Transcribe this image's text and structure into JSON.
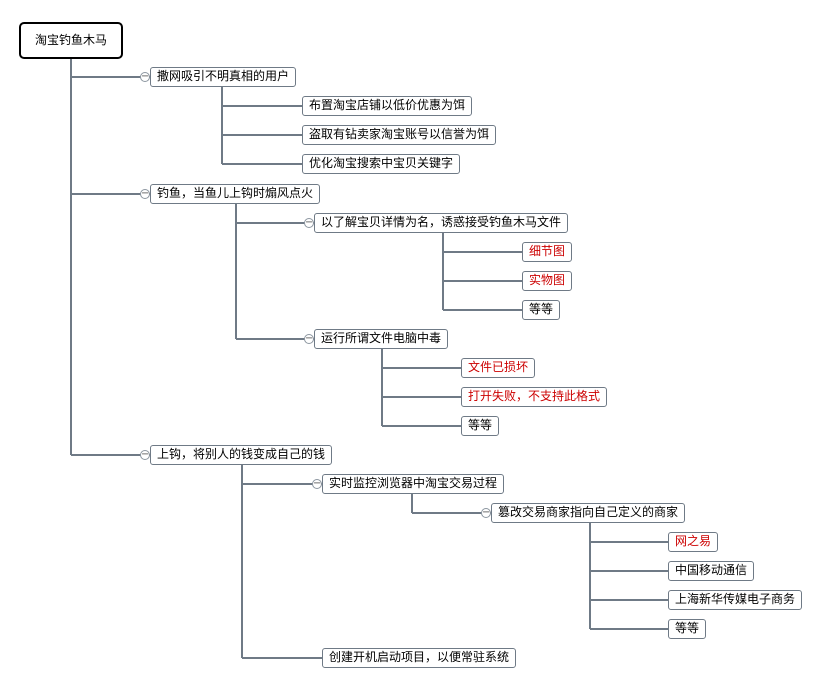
{
  "root": {
    "label": "淘宝钓鱼木马"
  },
  "nodes": {
    "b1": "撒网吸引不明真相的用户",
    "b1_1": "布置淘宝店铺以低价优惠为饵",
    "b1_2": "盗取有钻卖家淘宝账号以信誉为饵",
    "b1_3": "优化淘宝搜索中宝贝关键字",
    "b2": "钓鱼，当鱼儿上钩时煽风点火",
    "b2_1": "以了解宝贝详情为名，诱惑接受钓鱼木马文件",
    "b2_1_1": "细节图",
    "b2_1_2": "实物图",
    "b2_1_3": "等等",
    "b2_2": "运行所谓文件电脑中毒",
    "b2_2_1": "文件已损坏",
    "b2_2_2": "打开失败，不支持此格式",
    "b2_2_3": "等等",
    "b3": "上钩，将别人的钱变成自己的钱",
    "b3_1": "实时监控浏览器中淘宝交易过程",
    "b3_1_1": "篡改交易商家指向自己定义的商家",
    "b3_1_1_1": "网之易",
    "b3_1_1_2": "中国移动通信",
    "b3_1_1_3": "上海新华传媒电子商务",
    "b3_1_1_4": "等等",
    "b3_2": "创建开机启动项目，以便常驻系统"
  },
  "colors": {
    "connector": "#6f7a86",
    "highlight_text": "#cc0000"
  },
  "collapse_glyph": "−"
}
